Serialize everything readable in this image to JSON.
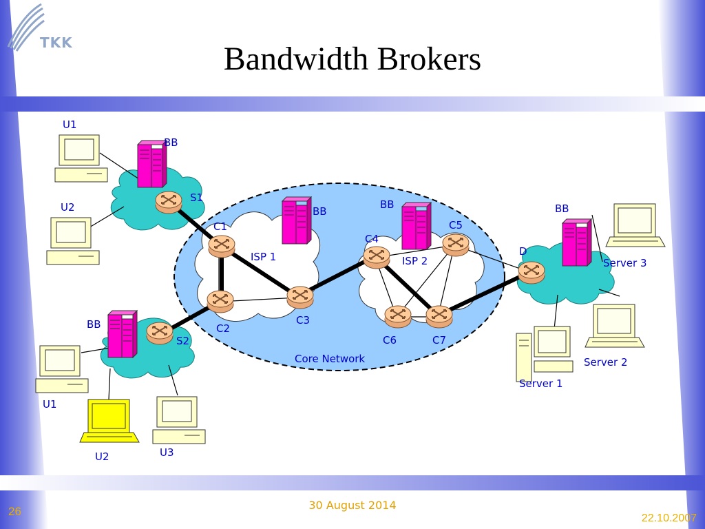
{
  "slide": {
    "title": "Bandwidth Brokers",
    "logo": "TKK",
    "footer_date": "30 August 2014",
    "page_number": "26",
    "slide_date": "22.10.2007"
  },
  "diagram": {
    "users_s1": {
      "u1": "U1",
      "u2": "U2"
    },
    "users_s2": {
      "u1": "U1",
      "u2": "U2",
      "u3": "U3"
    },
    "edge_routers": {
      "s1": "S1",
      "s2": "S2",
      "d": "D"
    },
    "bandwidth_brokers": {
      "bb_s1": "BB",
      "bb_s2": "BB",
      "bb_isp1": "BB",
      "bb_isp2": "BB",
      "bb_d": "BB"
    },
    "core_routers": {
      "c1": "C1",
      "c2": "C2",
      "c3": "C3",
      "c4": "C4",
      "c5": "C5",
      "c6": "C6",
      "c7": "C7"
    },
    "domains": {
      "isp1": "ISP 1",
      "isp2": "ISP 2",
      "core": "Core Network"
    },
    "servers": {
      "server1": "Server 1",
      "server2": "Server 2",
      "server3": "Server 3"
    },
    "colors": {
      "cloud": "#33cccc",
      "core_ellipse": "#99ccff",
      "router": "#ffcc99",
      "broker": "#ff00cc",
      "laptop_highlight": "#ffff00"
    }
  }
}
